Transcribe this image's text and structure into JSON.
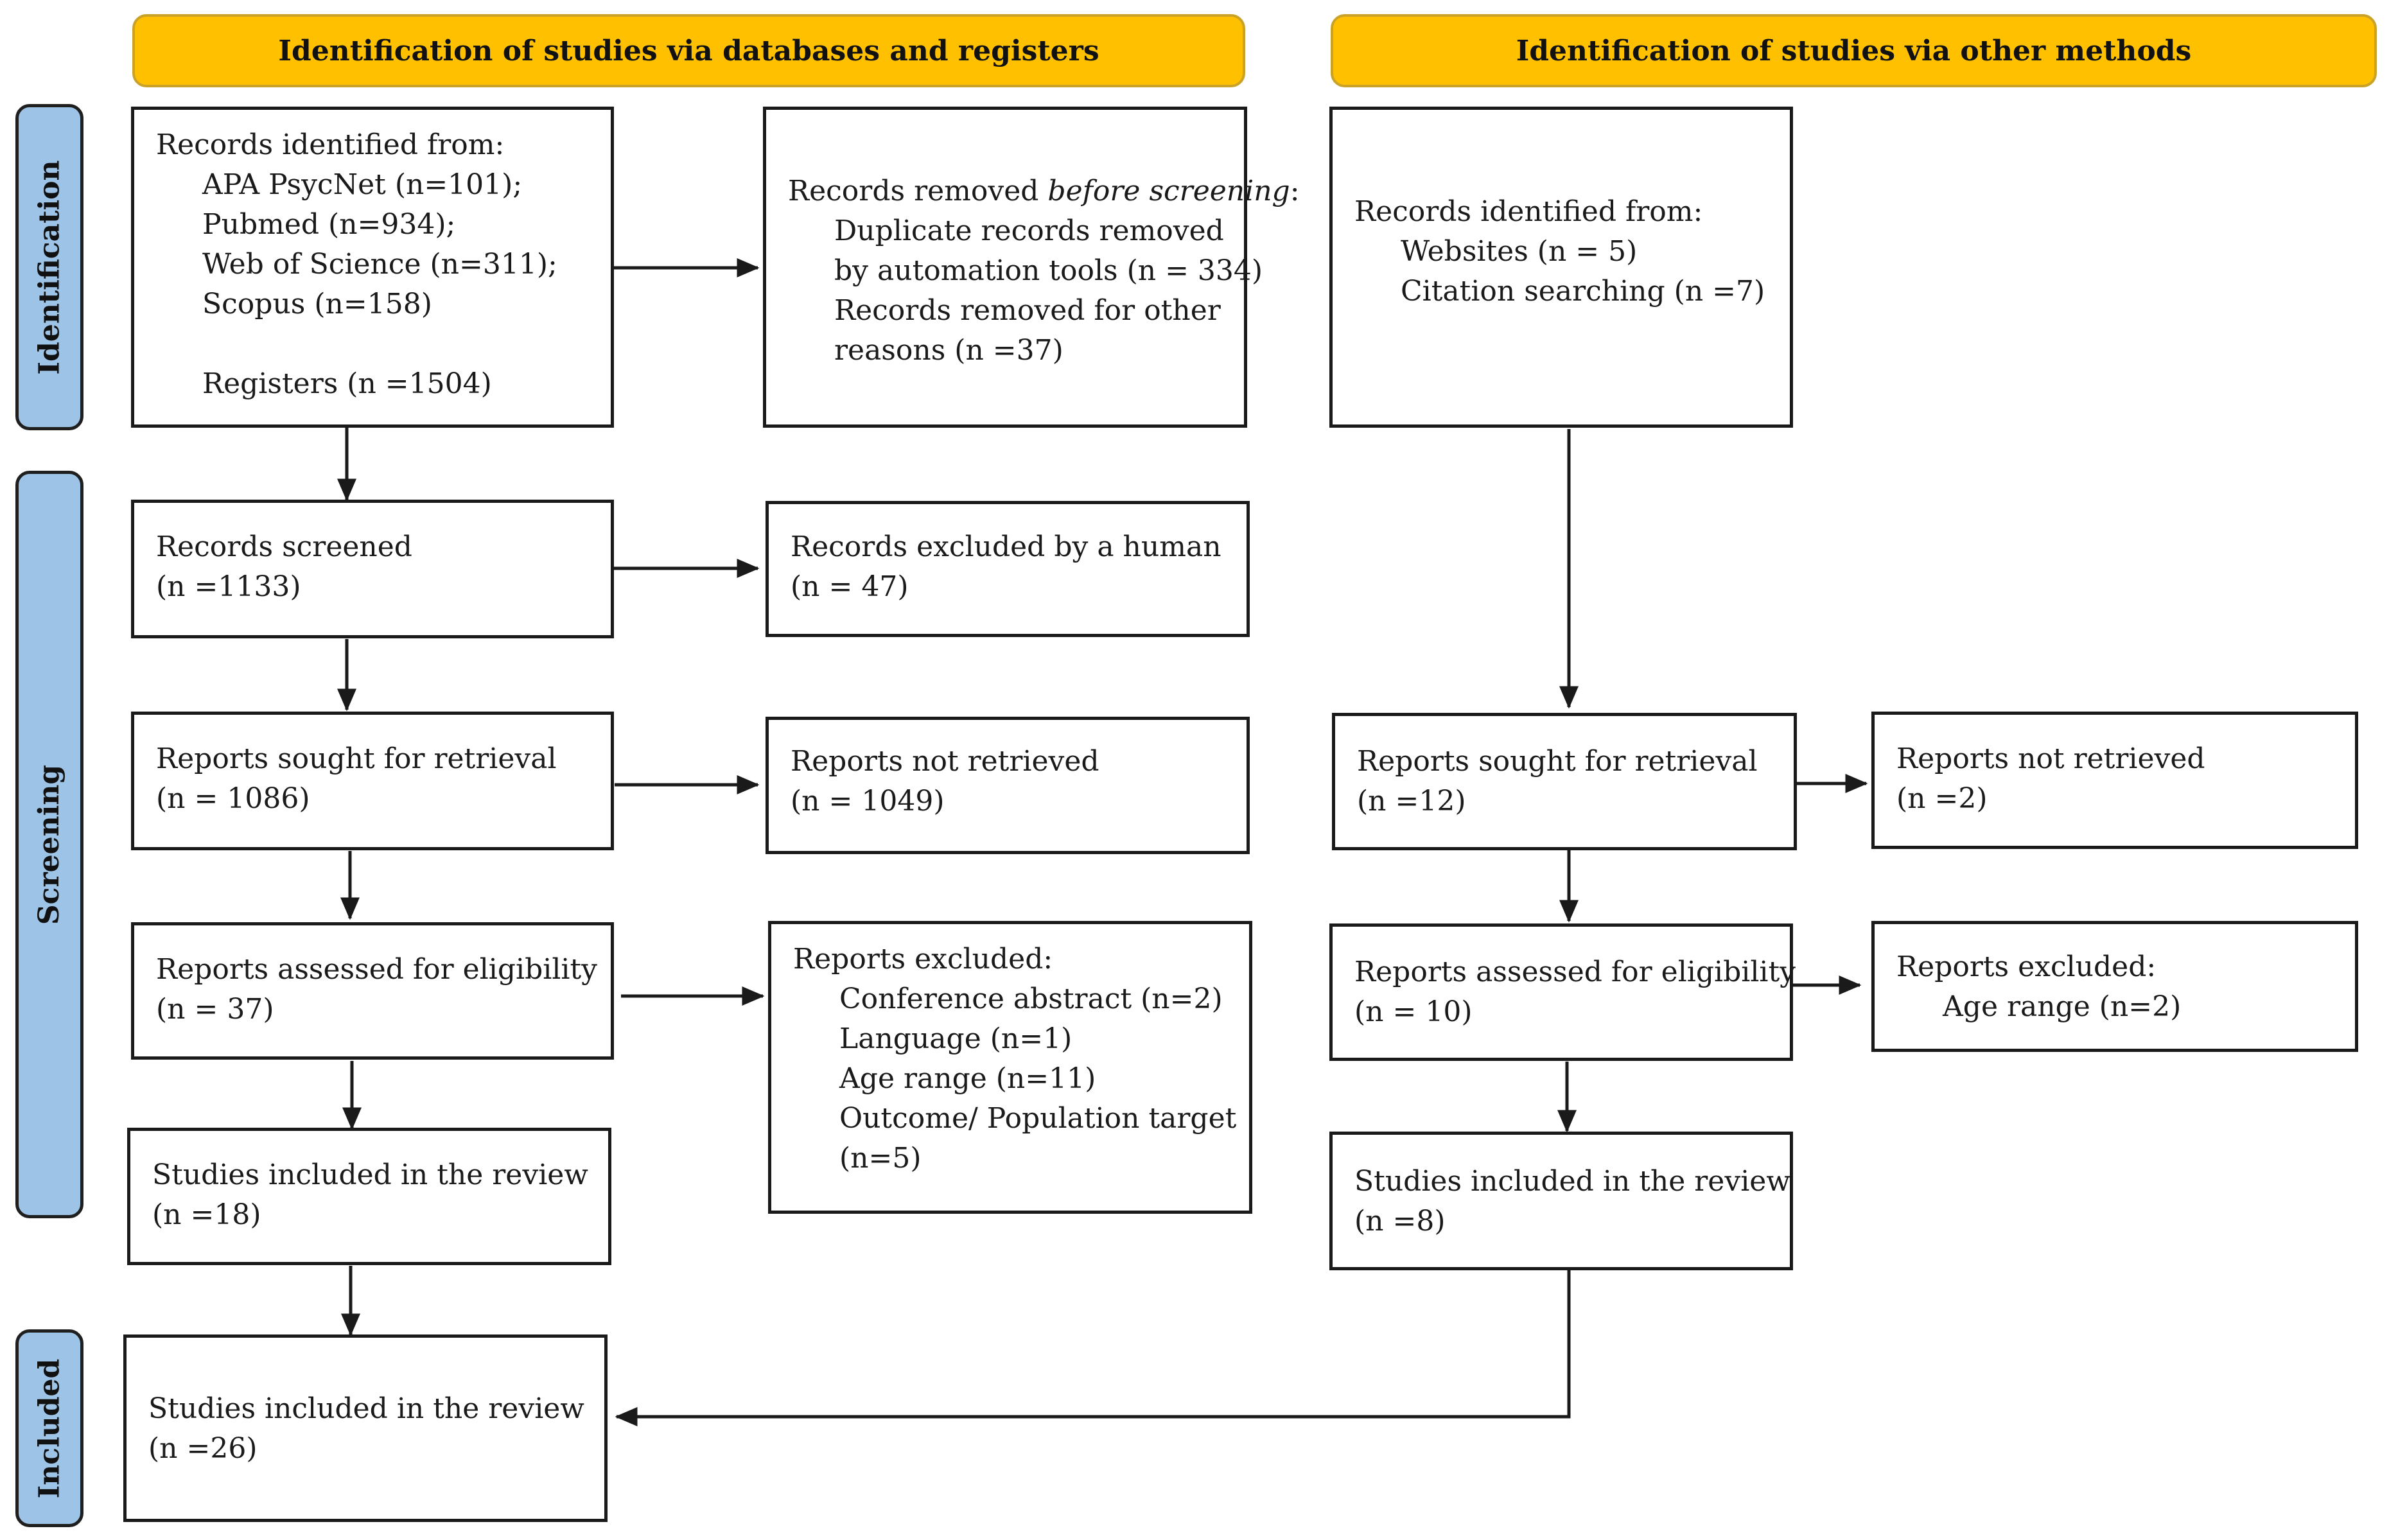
{
  "headers": {
    "databases": "Identification of studies via databases and registers",
    "other": "Identification of studies via other methods"
  },
  "phases": {
    "identification": "Identification",
    "screening": "Screening",
    "included": "Included"
  },
  "left": {
    "records_identified": {
      "title": "Records identified from:",
      "sources": [
        "APA PsycNet (n=101);",
        "Pubmed (n=934);",
        "Web of Science (n=311);",
        "Scopus (n=158)"
      ],
      "registers": "Registers (n =1504)"
    },
    "records_removed": {
      "title_prefix": "Records removed ",
      "title_italic": "before screening",
      "title_suffix": ":",
      "lines": [
        "Duplicate records removed",
        "by automation tools (n = 334)",
        "Records removed for other",
        "reasons (n =37)"
      ]
    },
    "records_screened": {
      "line1": "Records screened",
      "line2": "(n =1133)"
    },
    "records_excluded": {
      "line1": "Records excluded by a human",
      "line2": "(n = 47)"
    },
    "reports_sought": {
      "line1": "Reports sought for retrieval",
      "line2": "(n = 1086)"
    },
    "reports_not_retrieved": {
      "line1": "Reports not retrieved",
      "line2": "(n = 1049)"
    },
    "reports_assessed": {
      "line1": "Reports assessed for eligibility",
      "line2": "(n = 37)"
    },
    "reports_excluded": {
      "title": "Reports excluded:",
      "reasons": [
        "Conference abstract (n=2)",
        "Language (n=1)",
        "Age range (n=11)",
        "Outcome/ Population target",
        "(n=5)"
      ]
    },
    "studies_included": {
      "line1": "Studies included in the review",
      "line2": "(n =18)"
    }
  },
  "right": {
    "records_identified": {
      "title": "Records identified from:",
      "sources": [
        "Websites (n = 5)",
        "Citation searching (n =7)"
      ]
    },
    "reports_sought": {
      "line1": "Reports sought for retrieval",
      "line2": "(n =12)"
    },
    "reports_not_retrieved": {
      "line1": "Reports not retrieved",
      "line2": "(n =2)"
    },
    "reports_assessed": {
      "line1": "Reports assessed for eligibility",
      "line2": "(n = 10)"
    },
    "reports_excluded": {
      "title": "Reports excluded:",
      "reasons": [
        "Age range (n=2)"
      ]
    },
    "studies_included": {
      "line1": "Studies included in the review",
      "line2": "(n =8)"
    }
  },
  "total_included": {
    "line1": "Studies included in the review",
    "line2": "(n =26)"
  }
}
